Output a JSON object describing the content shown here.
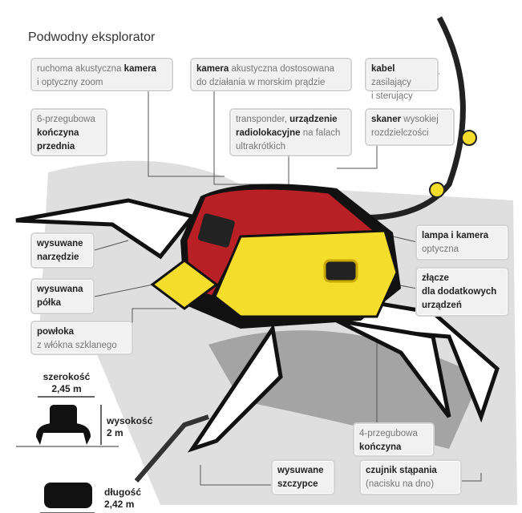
{
  "title": "Podwodny eksplorator",
  "labels": {
    "camera_zoom": {
      "a": "ruchoma akustyczna ",
      "b": "kamera",
      "c": "i optyczny zoom"
    },
    "camera_current": {
      "b": "kamera",
      "a": " akustyczna dostosowana",
      "c": "do działania w morskim prądzie"
    },
    "cable": {
      "b": "kabel",
      "a": " zasilający",
      "c": "i sterujący"
    },
    "front_limb": {
      "a": "6-przegubowa",
      "b": "kończyna",
      "c": "przednia"
    },
    "transponder": {
      "a": "transponder, ",
      "b": "urządzenie",
      "b2": "radiolokacyjne",
      "c": " na falach",
      "d": "ultrakrótkich"
    },
    "scanner": {
      "b": "skaner",
      "a": " wysokiej",
      "c": "rozdzielczości"
    },
    "tool": {
      "b": "wysuwane",
      "b2": "narzędzie"
    },
    "lamp": {
      "b": "lampa i kamera",
      "c": "optyczna"
    },
    "shelf": {
      "b": "wysuwana",
      "b2": "półka"
    },
    "connector": {
      "b": "złącze",
      "b2": "dla dodatkowych",
      "b3": "urządzeń"
    },
    "coating": {
      "b": "powłoka",
      "c": "z włókna szklanego"
    },
    "limb4": {
      "a": "4-przegubowa",
      "b": "kończyna"
    },
    "pincers": {
      "b": "wysuwane",
      "b2": "szczypce"
    },
    "sensor": {
      "b": "czujnik stąpania",
      "c": "(nacisku na dno)"
    }
  },
  "dimensions": {
    "width_label": "szerokość",
    "width_value": "2,45 m",
    "height_label": "wysokość",
    "height_value": "2 m",
    "length_label": "długość",
    "length_value": "2,42 m"
  },
  "colors": {
    "body_red": "#b82025",
    "body_yellow": "#f5dd2c",
    "seabed": "#b9b9b9"
  }
}
